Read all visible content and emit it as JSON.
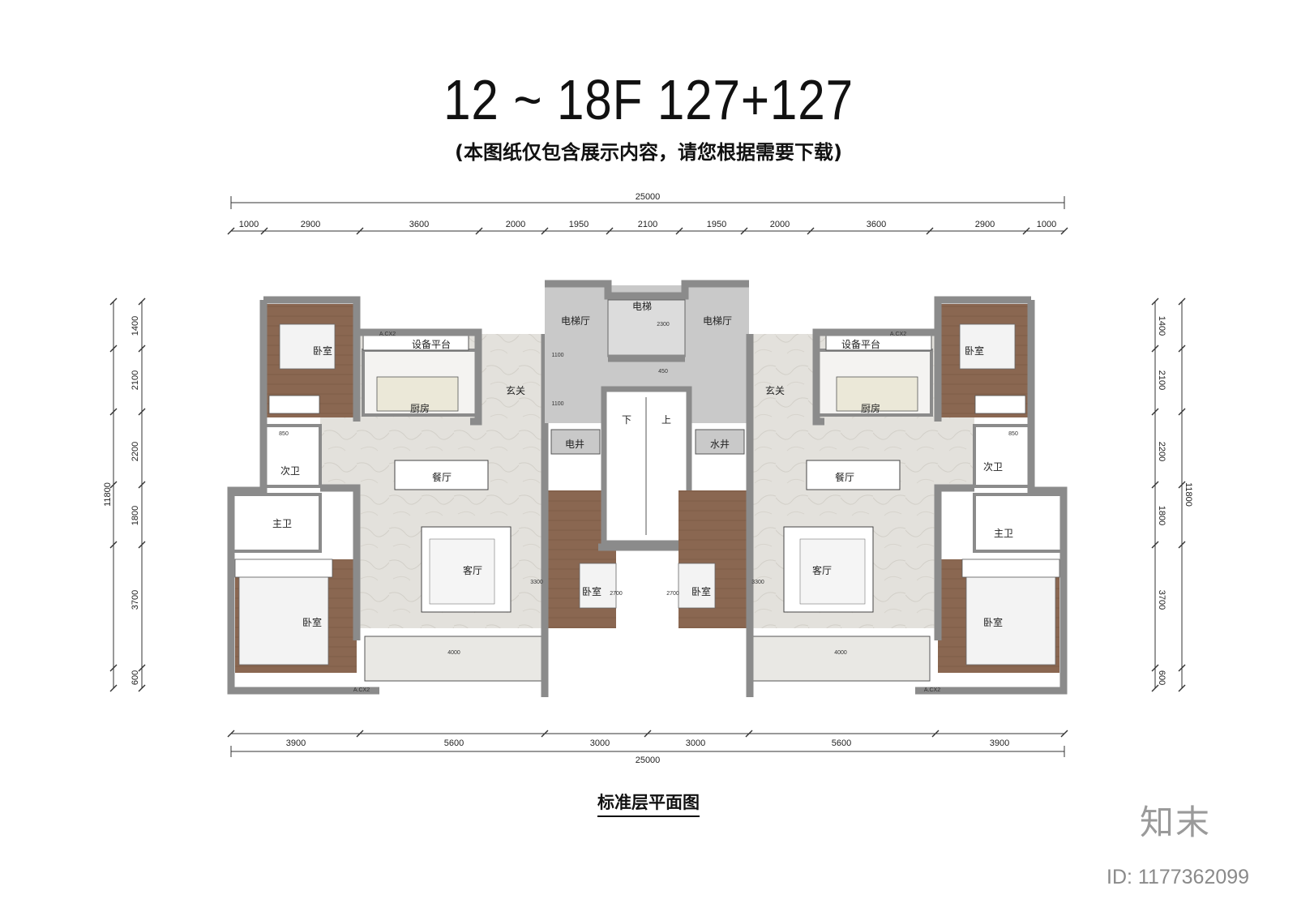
{
  "title": "12 ~ 18F  127+127",
  "subtitle": "(本图纸仅包含展示内容，请您根据需要下载)",
  "caption": "标准层平面图",
  "brand": "知末",
  "id_label": "ID: 1177362099",
  "dimensions": {
    "top_total": "25000",
    "top_segments": [
      "1000",
      "2900",
      "3600",
      "2000",
      "1950",
      "2100",
      "1950",
      "2000",
      "3600",
      "2900",
      "1000"
    ],
    "bottom_segments": [
      "3900",
      "5600",
      "3000",
      "3000",
      "5600",
      "3900"
    ],
    "bottom_total": "25000",
    "side_total": "11800",
    "side_segments": [
      "1400",
      "2100",
      "2200",
      "1800",
      "3700",
      "600"
    ]
  },
  "rooms": {
    "elevator": "电梯",
    "elevator_hall": "电梯厅",
    "equipment_platform": "设备平台",
    "foyer": "玄关",
    "kitchen": "厨房",
    "bedroom": "卧室",
    "dining": "餐厅",
    "living": "客厅",
    "second_bath": "次卫",
    "master_bath": "主卫",
    "electric_shaft": "电井",
    "water_shaft": "水井",
    "stair_down": "下",
    "stair_up": "上"
  },
  "annotations": {
    "ac_label": "A.CX2",
    "dim_1100": "1100",
    "dim_2300": "2300",
    "dim_450": "450",
    "dim_2700": "2700",
    "dim_3300": "3300",
    "dim_850": "850",
    "dim_4000": "4000"
  },
  "colors": {
    "wall": "#8b8b8b",
    "floor_stone": "#e3e1dc",
    "floor_wood": "#8a6751",
    "core": "#c9c9c9",
    "line": "#222222"
  }
}
